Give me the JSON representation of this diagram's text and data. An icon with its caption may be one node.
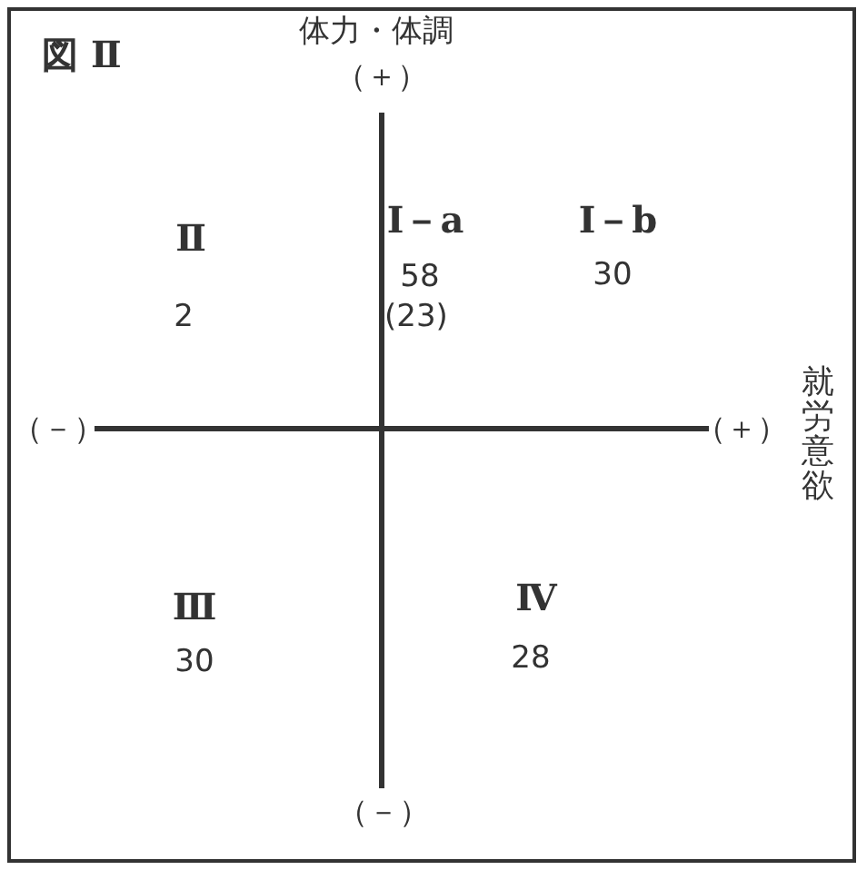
{
  "diagram": {
    "title": "図 Ⅱ",
    "labels": [
      "体力・体調",
      "（＋）",
      "Ⅱ",
      "Ⅰ－a",
      "Ⅰ－b",
      "58",
      "30",
      "2",
      "(23)",
      "（－）",
      "（＋）",
      "就労意欲",
      "Ⅲ",
      "Ⅳ",
      "30",
      "28",
      "（－）"
    ]
  }
}
